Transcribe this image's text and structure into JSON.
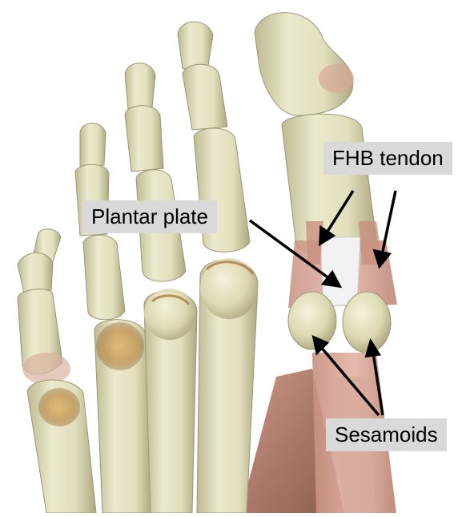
{
  "labels": {
    "fhb_tendon": "FHB tendon",
    "plantar_plate": "Plantar plate",
    "sesamoids": "Sesamoids"
  },
  "colors": {
    "bone": "#e6e4c4",
    "bone_shadow": "#b9b58e",
    "bone_highlight": "#f4f3df",
    "joint_stain": "#c0873e",
    "tendon": "#d9a69a",
    "muscle": "#a66b5a",
    "plate": "#f2f2f2",
    "label_bg": "#d9d9d9",
    "arrow": "#000000"
  }
}
